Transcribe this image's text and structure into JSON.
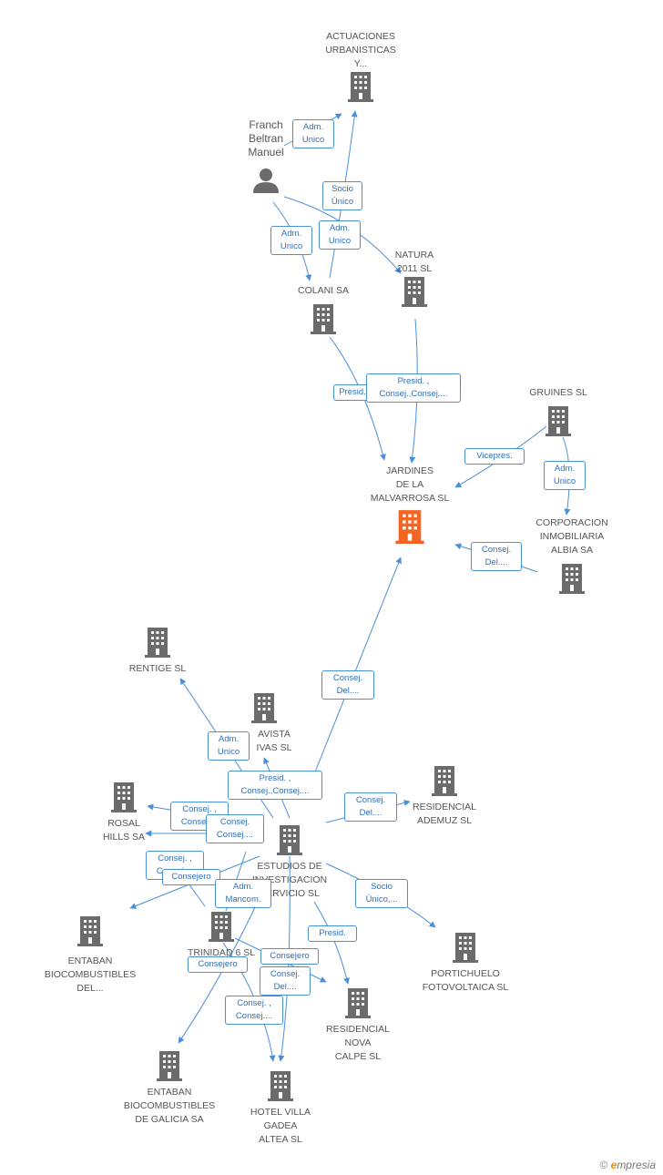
{
  "nodes": {
    "actuaciones": {
      "label": "ACTUACIONES\nURBANISTICAS\nY..."
    },
    "franch": {
      "label": "Franch\nBeltran\nManuel"
    },
    "natura": {
      "label": "NATURA\n2011 SL"
    },
    "colanisa": {
      "label": "COLANI SA"
    },
    "gruines": {
      "label": "GRUINES SL"
    },
    "jardines": {
      "label": "JARDINES\nDE LA\nMALVARROSA SL"
    },
    "corporacion": {
      "label": "CORPORACION\nINMOBILIARIA\nALBIA SA"
    },
    "rentige": {
      "label": "RENTIGE SL"
    },
    "avista": {
      "label": "AVISTA\nIVAS SL"
    },
    "rosal": {
      "label": "ROSAL\nHILLS SA"
    },
    "residencial_ademuz": {
      "label": "RESIDENCIAL\nADEMUZ SL"
    },
    "estudios": {
      "label": "ESTUDIOS DE\nINVESTIGACION\nSERVICIO SL"
    },
    "entaban_del": {
      "label": "ENTABAN\nBIOCOMBUSTIBLES\nDEL..."
    },
    "trinidad": {
      "label": "TRINIDAD 6 SL"
    },
    "portichuelo": {
      "label": "PORTICHUELO\nFOTOVOLTAICA SL"
    },
    "residencial_nova": {
      "label": "RESIDENCIAL\nNOVA\nCALPE SL"
    },
    "entaban_galicia": {
      "label": "ENTABAN\nBIOCOMBUSTIBLES\nDE GALICIA SA"
    },
    "hotel": {
      "label": "HOTEL VILLA\nGADEA\nALTEA SL"
    }
  },
  "edge_labels": {
    "e1": "Adm.\nUnico",
    "e2": "Socio\nÚnico",
    "e3": "Adm.\nUnico",
    "e4": "Adm.\nUnico",
    "e5": "Presid.",
    "e6": "Presid. ,\nConsej.,Consej....",
    "e7": "Vicepres.",
    "e8": "Adm.\nUnico",
    "e9": "Consej.\nDel....",
    "e10": "Consej.\nDel....",
    "e11": "Adm.\nUnico",
    "e12": "Presid. ,\nConsej.,Consej....",
    "e13": "Consej.\nDel....",
    "e14": "Consej. ,\nConsej....",
    "e15": "Consej.\nConsej....",
    "e16": "Consej. ,\nConsej....",
    "e17": "Consejero",
    "e18": "Adm.\nMancom.",
    "e19": "Socio\nÚnico,...",
    "e20": "Presid.",
    "e21": "Consejero",
    "e22": "Consejero",
    "e23": "Consej.\nDel....",
    "e24": "Consej. ,\nConsej...."
  },
  "colors": {
    "focus": "#f26522",
    "node": "#6b6b6b",
    "edge": "#4a90d9"
  },
  "brand": {
    "copyright": "©",
    "e": "e",
    "rest": "mpresia"
  }
}
